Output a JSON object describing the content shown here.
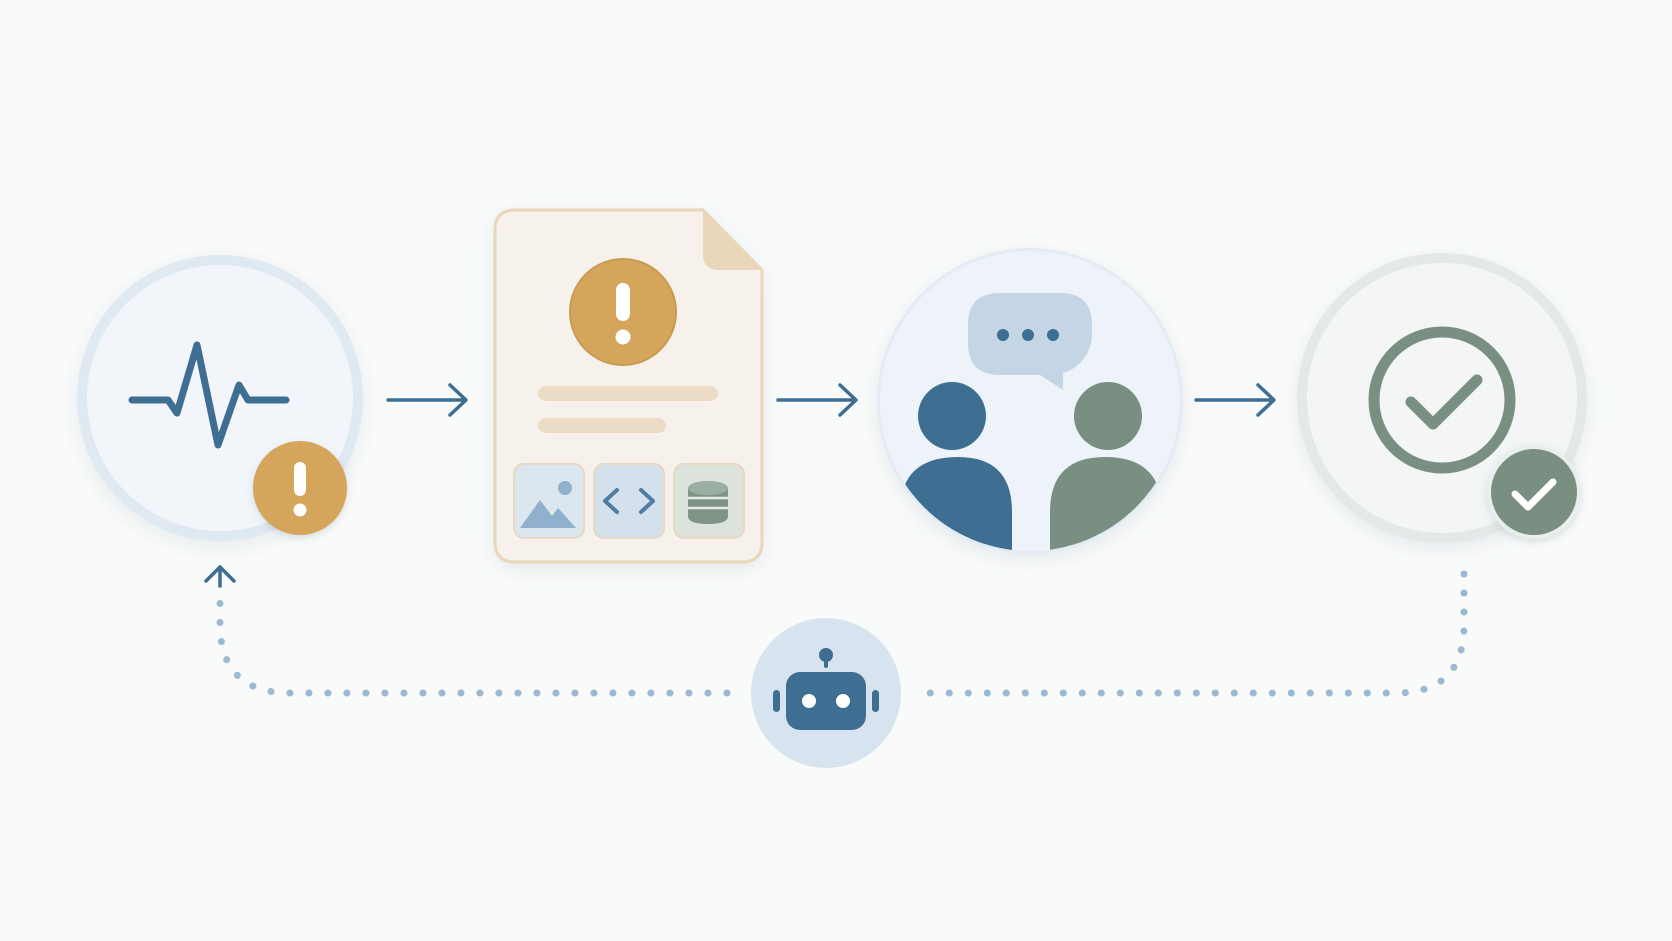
{
  "diagram": {
    "steps": [
      {
        "id": "monitor",
        "icon": "heartbeat-icon",
        "badge": "alert-badge-icon"
      },
      {
        "id": "report",
        "icon": "incident-report-icon",
        "badge": "alert-icon"
      },
      {
        "id": "collaborate",
        "icon": "team-chat-icon",
        "badge": ""
      },
      {
        "id": "resolve",
        "icon": "check-circle-icon",
        "badge": "check-badge-icon"
      }
    ],
    "report_attachments": [
      "image-icon",
      "code-icon",
      "database-icon"
    ],
    "feedback_loop": {
      "icon": "robot-icon",
      "style": "dotted"
    }
  },
  "colors": {
    "background": "#f9fafa",
    "blue_dark": "#3e6e92",
    "blue_light": "#c4d6e6",
    "green_gray": "#788f81",
    "amber": "#d4a55a",
    "paper": "#f6f1ea",
    "paper_border": "#ead6b8",
    "dots": "#9cb9d4"
  }
}
